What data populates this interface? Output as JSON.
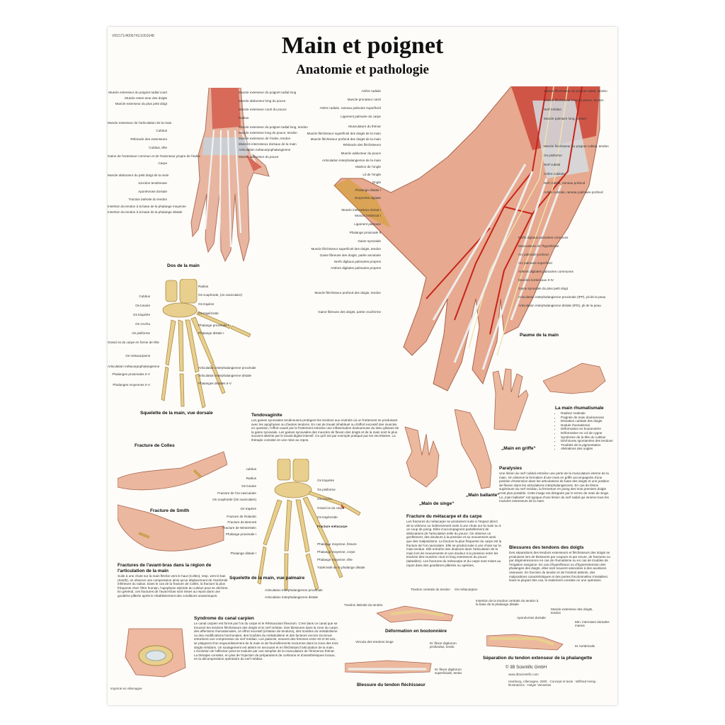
{
  "header": {
    "code": "VR2171/4006741/1001648",
    "title": "Main et poignet",
    "subtitle": "Anatomie et pathologie"
  },
  "dorsal": {
    "caption": "Dos de la main",
    "labels_left": [
      "Muscle extenseur du poignet radial court",
      "Muscle exten-seur des doigts",
      "Muscle extenseur du plus petit doigt",
      "Muscle extenseur de l'articulation de la main",
      "Cubitus",
      "Rétinacle des extenseurs",
      "Cubitus, tête",
      "Gaine de l'extenseur commun et de l'extenseur propre de l'index",
      "Carpe",
      "Muscle abducteur du petit doigt de la main",
      "Jonction tendineuse",
      "Aponévrose dorsale",
      "Traction latérale du tendon",
      "Insertion du tendon à la base de la phalange moyenne",
      "Insertion du tendon à la base de la phalange distale"
    ],
    "labels_right": [
      "Muscle extenseur du poignet radial long",
      "Muscle abducteur long du pouce",
      "Muscle extenseur court du pouce",
      "Radius",
      "Muscle extenseur du poignet radial long, tendon",
      "Muscle extenseur long du pouce, tendon",
      "Muscle extenseur de l'index, tendon",
      "Muscles interosseux dorsaux de la main",
      "Articulation métacarpophalangienne",
      "Muscle adducteur du pouce"
    ]
  },
  "palmar": {
    "caption": "Paume de la main",
    "labels_left": [
      "Artère radiale",
      "Muscle pronateur carré",
      "Artère radiale, rameau palmaire superficiel",
      "Ligament palmaire du carpe",
      "Musculature du thénar",
      "Muscle fléchisseur superficiel des doigts de la main",
      "Muscle fléchisseur profond des doigts de la main",
      "Rétinacle des fléchisseurs",
      "Muscle adducteur du pouce",
      "Articulation interphalangienne de la main",
      "Matrice de l'ongle",
      "Lit de l'ongle",
      "Ongle",
      "Phalange distale I",
      "Empreinte digitale",
      "Muscle interosseux dorsal I",
      "Muscle lombrical I",
      "Ligament palmaire",
      "Phalange proximale II",
      "Gaine synoviale",
      "Muscle fléchisseur superficiel des doigts, tendon",
      "Gaine fibreuse des doigts, partie annulaire",
      "Nerfs digitaux palmaires propres",
      "Artères digitales palmaires propres",
      "Muscle fléchisseur profond des doigts, tendon",
      "Gaine fibreuse des doigts, partie cruciforme"
    ],
    "labels_right": [
      "Muscle fléchisseur du poignet radial, tendon",
      "Muscle fléchisseur long du pouce, tendon",
      "Nerf médian",
      "Muscle palmaire long, tendon",
      "Muscle fléchisseur du poignet cubital, tendon",
      "Os pisiforme",
      "Nerf cubital",
      "Artère cubitale",
      "Nerf cubital, rameau profond",
      "Artère cubitale, rameau palmaire profond",
      "Nerfs digitaux palmaires communs",
      "Musculature de l'hypothénar",
      "Arc palmaire profond",
      "Arc palmaire superficiel",
      "Artères digitales palmaires communes",
      "Muscles lombricaux II-IV",
      "Gaine synoviale du plus petit doigt",
      "Articulation interphalangienne proximale (IPP), pli de la peau",
      "Articulation interphalangienne distale (IPD), pli de la peau"
    ]
  },
  "skeleton_dorsal": {
    "caption": "Squelette de la main, vue dorsale",
    "labels_left": [
      "Cubitus",
      "Os lunaire",
      "Os triquètre",
      "Os crochu",
      "Os pisiforme",
      "Grand os du carpe en forme de tête",
      "Os métacarpiens",
      "Articulation métacarpophalangienne",
      "Phalanges proximales II-V",
      "Phalanges moyennes II-V"
    ],
    "labels_right": [
      "Radius",
      "Os scaphoïde, (os naviculaire)",
      "Os trapèze",
      "Os trapézoïde",
      "Phalange proximale I",
      "Phalange distale I",
      "Articulation interphalangienne proximale",
      "Articulation interphalangienne distale",
      "Phalanges distales II-V"
    ]
  },
  "tendovaginite": {
    "title": "Tendovaginite",
    "text": "Les gaines synoviales tendineuses protègent les tendons aux endroits où un frottement se produisant avec les apophyses ou d'autres tendons. En cas de travail inhabituel ou d'effort excessif des muscles en question, l'effort causé par le frottement entraîne une inflammation douloureuse du tissu glissant de la gaine synoviale. Les gaines synoviales des muscles de flexion des doigts et de la main sont le plus souvent atteints par le travail digital intensif. Ce qu'il est par exemple pratiqué par les secrétaires. La thérapie consiste en une mise au repos."
  },
  "colles": {
    "caption": "Fracture de Colles"
  },
  "smith": {
    "caption": "Fracture de Smith"
  },
  "forearm_fractures": {
    "title": "Fractures de l'avant-bras dans la région de l'articulation de la main",
    "text": "Suite à une chute sur la main fléchie vers le haut (Colles), resp. vers le bas (Smith), on observe une compression ainsi qu'un déplacement de l'extrémité inférieure du radius. Dans le cas de la fracture de Colles, la fracture la plus fréquente chez l'être humain, l'apophyse styloïde du cubitus peut se déchirer. En général, ces fractures de l'avant-bras sont mises au repos dans une gouttière plâtrée après le rétablissement des conditions anatomiques."
  },
  "skeleton_palmar": {
    "caption": "Squelette de la main, vue palmaire",
    "labels_left": [
      "cubitus",
      "Radius",
      "Os lunaire",
      "Fracture de l'os naviculaire",
      "Os scaphoïde (Os naviculaire)",
      "Os trapèze",
      "Fracture de Rolando",
      "Fracture de Bennett",
      "Fracture de Winterstein",
      "Phalange proximale I",
      "Phalange distale I",
      "Articulation interphalangienne proximale",
      "Articulation interphalangienne distale"
    ],
    "labels_right": [
      "Os triquètre",
      "Os pisiforme",
      "Os crochu",
      "Grand os du carpe",
      "Os trapézoïde",
      "Fracture métacarpe",
      "Phalange moyenne, fissure",
      "Phalange moyenne, corps",
      "Phalange moyenne, tête",
      "Tubérosité de la phalange distale"
    ]
  },
  "carpal_tunnel": {
    "title": "Syndrome du canal carpien",
    "text": "Le canal carpien est formé par l'os du carpe et le Rétinaculum flexorum. C'est dans ce canal que se trouvent les tendons fléchisseurs des doigts et le nerf médian. Des blessures dans la zone du carpe, des affections rhumatismales, un effort excessif (irritation de tendons), des troubles du métabolisme ou des modifications hormonales, des troubles du métabolisme et des facteurs encore inconnus entraînent une compression du nerf médian. Les patients, souvent des femmes entre 40 et 50 ans, se plaignent d'un engourdissement de la main et de fourmillements nocturnes dans la zone des trois doigts médians. Un soulagement est atteint en secouant et en fléchissant l'articulation de la main. L'évolution de l'affection peut se traduire par une atrophie de la musculature de l'éminence thénar. La thérapie consiste, en plus de l'injection de préparations de cortisone et d'anesthésiques locaux, en la décompression opératoire du nerf médian."
  },
  "rheumatic": {
    "title": "La main rhumatismale",
    "items": [
      "Raideur matinale",
      "Poignée de main douloureuse",
      "Déviation cubitale des doigts",
      "Nodule rhumatismal",
      "Déformation en boutonnière",
      "Déformation en col de cygne",
      "Syndrome de la tête du cubitus",
      "Déchirures spontanées des tendons",
      "Troubles de la pigmentation",
      "Altérations des ongles"
    ]
  },
  "claw": {
    "caption": "„Main en griffe“"
  },
  "monkey": {
    "caption": "„Main de singe“"
  },
  "drop": {
    "caption": "„Main ballante“"
  },
  "paralysis": {
    "title": "Paralysies",
    "text": "Une lésion du nerf cubital entraîne une perte de la musculature interne de la main. On observe la formation d'une main en griffe accompagnée d'une position d'extension dans les articulations de base des doigts et une position de flexion dans les articulations interphalangiennes. En cas de lésion supérieure du nerf médian, la fermeture en poing des trois premiers doigts n'est plus possible. Cette image est désignée par le terme de main de singe. La „main ballante“ est typique d'une lésion du nerf radial qui innerve tous les muscles extenseurs de la main."
  },
  "metacarpal": {
    "title": "Fracture du métacarpe et du carpe",
    "text": "Les fractures du métacarpe se produisent suite à l'impact direct de la violence ou indirectement suite à une chute sur la main ou à un coup de poing. Elles s'accompagnent partiellement de dislocations de l'articulation selle du pouce. On observe un gonflement, des douleurs à la pression et au mouvement ainsi que des malpositions. La fracture la plus fréquente du carpe est la fracture de l'os naviculaire. Elle se produit suite à une chute sur la main tendue. Elle entraîne des douleurs dans l'articulation de la main lors de mouvements et une douleur à la pression entre les tendons des muscles court et long extenseurs du pouce (tabatière). Les fractures du métacarpe et du carpe sont mises au repos dans des gouttières plâtrées ou opérées."
  },
  "tendon_injuries": {
    "title": "Blessures des tendons des doigts",
    "text": "Des séparations des tendons extenseurs et fléchisseurs des doigts se produisent lors de blessures par coupure et par sciure, de fractures ou par dégénérescence en cas de rhumatisme ou en cas de troubles de l'irrigation sanguine. En cas d'hyperflexion ou d'hyperextension des phalanges des doigts, elles sont souvent associées à des avulsions osseuses. En fonction du tendon et de l'endroit atteints, des malpositions caractéristiques et des pertes fonctionnelles s'installent. Dans la plupart des cas, le traitement consiste en une opération."
  },
  "boutonniere": {
    "caption": "Déformation en boutonnière",
    "labels": [
      "Traction centrale du tendon",
      "Os métacarpien",
      "Traction latérale du tendon"
    ]
  },
  "flexor_injury": {
    "caption": "Blessure du tendon fléchisseur",
    "labels": [
      "Vincula des tendons longs",
      "M. flexor digitorum profundus, tendo",
      "M. flexor digitorum superficialis, tendo"
    ]
  },
  "extensor_sep": {
    "caption": "Séparation du tendon extenseur de la phalangette",
    "labels": [
      "Insertion de la traction centrale du tendon à la base de la phalange distale",
      "Aponévrose dorsale",
      "Muscle extenseur des doigts, tendon",
      "Mm. interossei dorsales manus",
      "M. lumbricalis"
    ]
  },
  "footer": {
    "printed": "Imprimé en Allemagne",
    "brand": "© 3B Scientific GmbH",
    "site": "www.3bscientific.com",
    "credits": "Hamburg, Allemagne, 2000 · Concept et texte : Wilfried Henig · Illustrations : Holger Vanselow"
  }
}
